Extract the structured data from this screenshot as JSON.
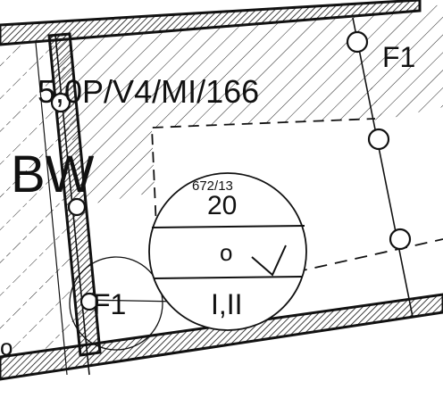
{
  "map": {
    "labels": {
      "plot_code": "5,0P/V4/MI/166",
      "zone": "BW",
      "f1_top": "F1",
      "f1_bottom": "F1",
      "parcel_number": "672/13",
      "circle_value_top": "20",
      "circle_value_middle": "o",
      "circle_value_bottom": "I,II",
      "corner_mark_left": "o"
    },
    "colors": {
      "ink": "#111111",
      "background": "#ffffff",
      "hatch": "#222222"
    }
  }
}
